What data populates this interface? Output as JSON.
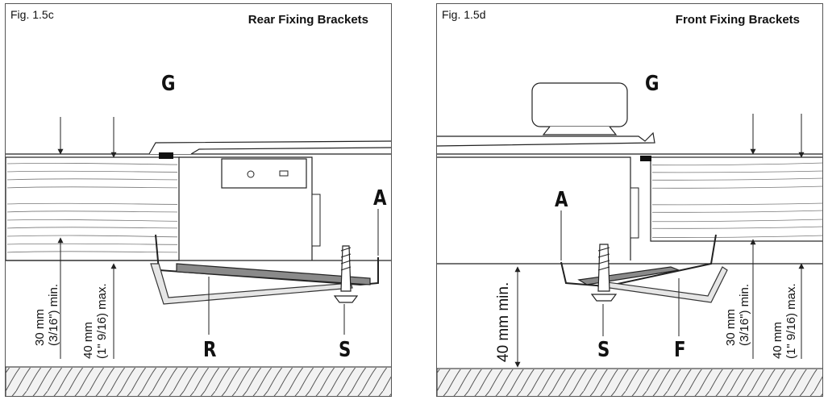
{
  "left_panel": {
    "figure_label": "Fig. 1.5c",
    "title": "Rear Fixing Brackets",
    "label_g": "G",
    "label_a": "A",
    "label_r": "R",
    "label_s": "S",
    "dim_min_line1": "30 mm",
    "dim_min_line2": "(3/16\") min.",
    "dim_max_line1": "40 mm",
    "dim_max_line2": "(1\" 9/16) max."
  },
  "right_panel": {
    "figure_label": "Fig. 1.5d",
    "title": "Front Fixing Brackets",
    "label_g": "G",
    "label_a": "A",
    "label_s": "S",
    "label_f": "F",
    "dim_clearance": "40 mm min.",
    "dim_min_line1": "30 mm",
    "dim_min_line2": "(3/16\") min.",
    "dim_max_line1": "40 mm",
    "dim_max_line2": "(1\" 9/16) max."
  },
  "colors": {
    "line": "#222222",
    "bracket_fill": "#8a8a8a",
    "bracket_light": "#e6e6e6",
    "floor_fill": "#ededed"
  }
}
